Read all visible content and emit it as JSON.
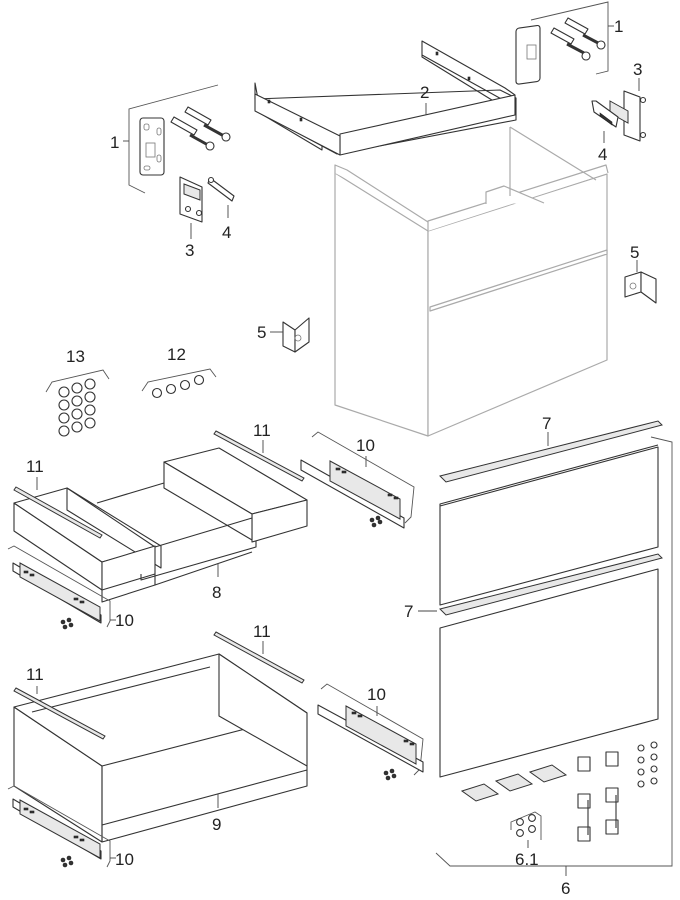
{
  "diagram": {
    "type": "exploded-parts-view",
    "subject": "Bathroom vanity cabinet with two drawers",
    "colors": {
      "line": "#333333",
      "cabinet": "#aaaaaa",
      "background": "#ffffff"
    }
  },
  "callouts": {
    "wall_mount_set_left": "1",
    "wall_mount_set_right": "1",
    "support_frame": "2",
    "hinge_bracket_left": "3",
    "hinge_bracket_right": "3",
    "clip_left": "4",
    "clip_right": "4",
    "angle_bracket_left": "5",
    "angle_bracket_right": "5",
    "front_set": "6",
    "front_set_fasteners": "6.1",
    "grip_strip_top": "7",
    "grip_strip_middle": "7",
    "upper_drawer": "8",
    "lower_drawer": "9",
    "runner_upper_right": "10",
    "runner_upper_left": "10",
    "runner_lower_right": "10",
    "runner_lower_left": "10",
    "drawer_rail_upper_left": "11",
    "drawer_rail_upper_right": "11",
    "drawer_rail_lower_left": "11",
    "drawer_rail_lower_right": "11",
    "plugs_4": "12",
    "plugs_12": "13"
  }
}
